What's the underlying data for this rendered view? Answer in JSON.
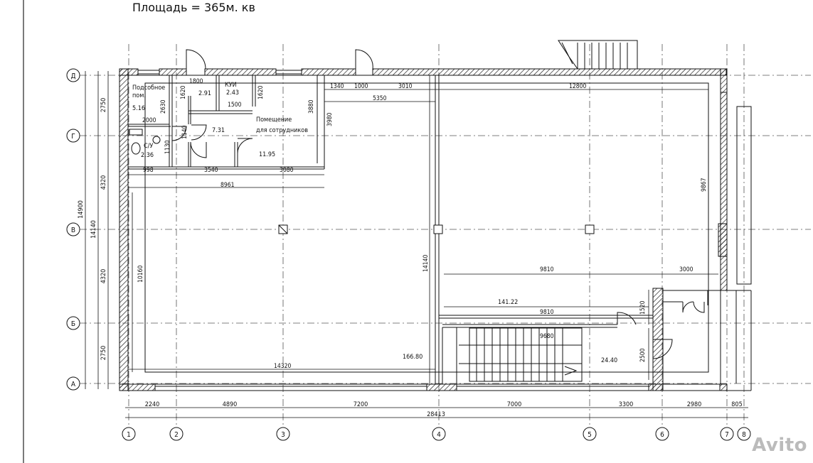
{
  "title": "Площадь = 365м. кв",
  "watermark": "Avito",
  "axes": {
    "letters": [
      "Д",
      "Г",
      "В",
      "Б",
      "А"
    ],
    "numbers": [
      "1",
      "2",
      "3",
      "4",
      "5",
      "6",
      "7",
      "8"
    ]
  },
  "left_dims": {
    "segments": [
      "2750",
      "4320",
      "4320",
      "2750"
    ],
    "mid": [
      "14140"
    ],
    "total": "14900"
  },
  "bottom_dims": {
    "segments": [
      "2240",
      "4890",
      "7200",
      "7000",
      "3300",
      "2980",
      "805"
    ],
    "total": "28413"
  },
  "rooms": [
    {
      "name": "Подсобное\nпом.",
      "area": "5.16"
    },
    {
      "name": "КУИ",
      "area": "2.43"
    },
    {
      "name": "",
      "area": "2.91"
    },
    {
      "name": "",
      "area": "7.31"
    },
    {
      "name": "Помещение\nдля сотрудников",
      "area": "11.95"
    },
    {
      "name": "С/У",
      "area": "2.36"
    },
    {
      "name": "",
      "area": "166.80"
    },
    {
      "name": "",
      "area": "141.22"
    },
    {
      "name": "",
      "area": "24.40"
    }
  ],
  "inner_dims": [
    "1800",
    "1620",
    "1500",
    "1620",
    "2630",
    "2000",
    "1140",
    "1130",
    "998",
    "3540",
    "3080",
    "8961",
    "3880",
    "3980",
    "1340",
    "1000",
    "3010",
    "5350",
    "12800",
    "9867",
    "10160",
    "14140",
    "14320",
    "9810",
    "3000",
    "9810",
    "9680",
    "1520",
    "2500"
  ]
}
